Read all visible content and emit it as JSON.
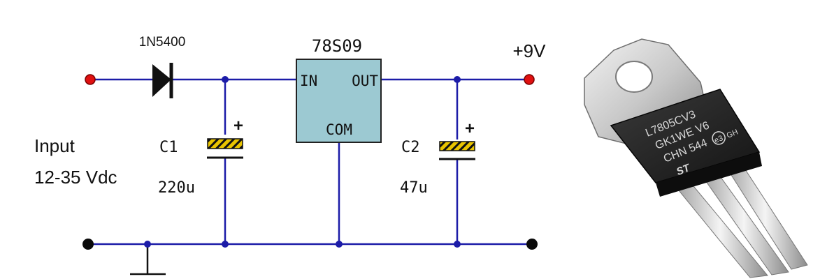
{
  "diode": {
    "label": "1N5400"
  },
  "regulator": {
    "label": "78S09",
    "pin_in": "IN",
    "pin_out": "OUT",
    "pin_com": "COM"
  },
  "output": {
    "label": "+9V"
  },
  "input": {
    "line1": "Input",
    "line2": "12-35 Vdc"
  },
  "c1": {
    "name": "C1",
    "value": "220u",
    "polarity": "+"
  },
  "c2": {
    "name": "C2",
    "value": "47u",
    "polarity": "+"
  },
  "photo": {
    "marking_line1": "L7805CV3",
    "marking_line2": "GK1WE V6",
    "marking_line3": "CHN 544",
    "marking_e3": "e3",
    "marking_gh": "GH",
    "marking_logo": "ST"
  },
  "colors": {
    "wire": "#1c1ca8",
    "terminal_red": "#e01010",
    "terminal_black": "#0a0a0a",
    "regulator_fill": "#9cc9d2",
    "cap_stripe": "#e9c400"
  }
}
